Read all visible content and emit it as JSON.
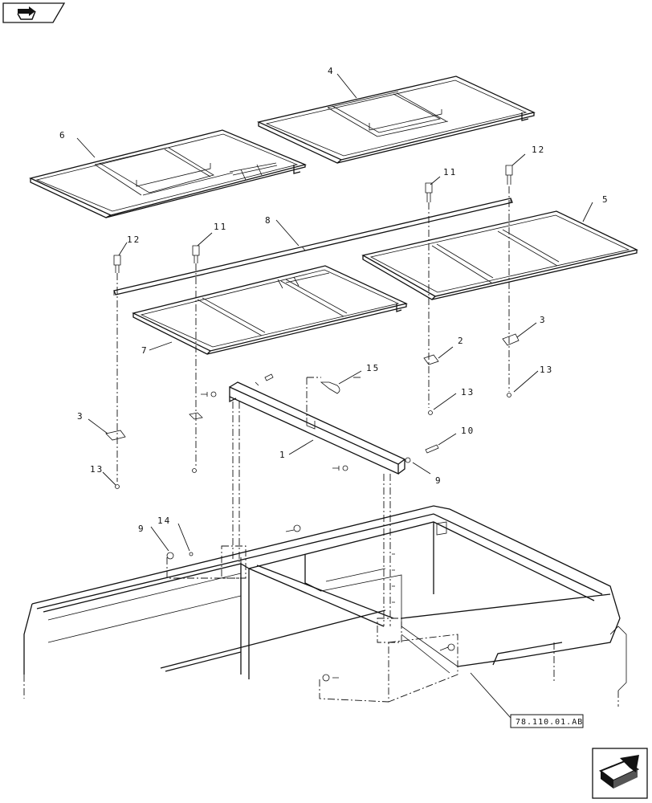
{
  "callouts": {
    "c1": "1",
    "c2": "2",
    "c3a": "3",
    "c3b": "3",
    "c4": "4",
    "c5": "5",
    "c6": "6",
    "c7": "7",
    "c8": "8",
    "c9a": "9",
    "c9b": "9",
    "c10": "10",
    "c11a": "11",
    "c11b": "11",
    "c12a": "12",
    "c12b": "12",
    "c13a": "13",
    "c13b": "13",
    "c13c": "13",
    "c14": "14",
    "c15": "15"
  },
  "reference_label": "78.110.01.AB",
  "icons": {
    "top_left": "previous-page-icon",
    "bottom_right": "next-page-icon"
  }
}
